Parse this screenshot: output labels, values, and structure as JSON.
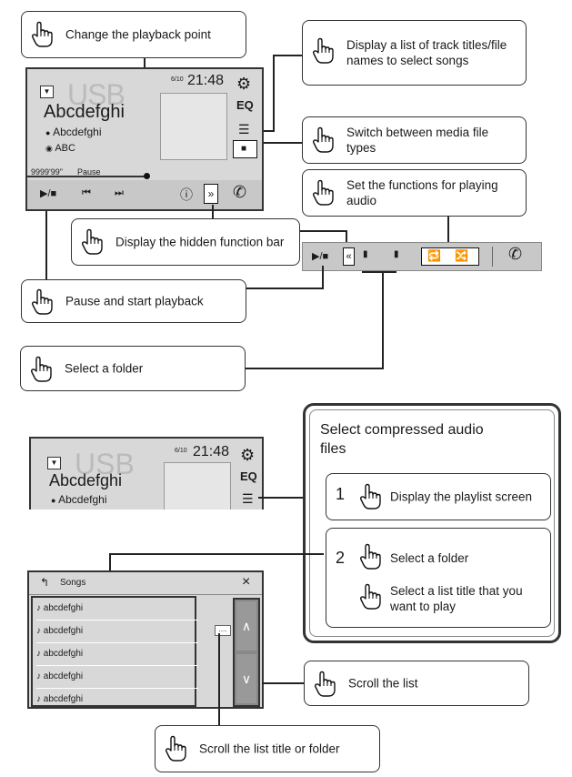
{
  "callouts": {
    "change_point": "Change the playback point",
    "track_list": "Display a list of track titles/file names to select songs",
    "switch_media": "Switch between media file types",
    "set_functions": "Set the functions for playing audio",
    "hidden_bar": "Display the hidden function bar",
    "pause_start": "Pause and start playback",
    "select_folder": "Select a folder",
    "scroll_list": "Scroll the list",
    "scroll_title": "Scroll the list title or folder"
  },
  "screen1": {
    "source": "USB",
    "track": "Abcdefghi",
    "artist": "Abcdefghi",
    "album": "ABC",
    "date": "6/10",
    "time": "21:48",
    "eq": "EQ",
    "elapsed": "9999'99\"",
    "status": "Pause"
  },
  "screen2": {
    "source": "USB",
    "track": "Abcdefghi",
    "artist": "Abcdefghi",
    "date": "6/10",
    "time": "21:48",
    "eq": "EQ"
  },
  "compressed": {
    "title": "Select compressed audio files",
    "step1_num": "1",
    "step1": "Display the playlist screen",
    "step2_num": "2",
    "step2a": "Select a folder",
    "step2b": "Select a list title that you want to play"
  },
  "songs": {
    "header": "Songs",
    "items": [
      "abcdefghi",
      "abcdefghi",
      "abcdefghi",
      "abcdefghi",
      "abcdefghi"
    ],
    "more": "...."
  }
}
